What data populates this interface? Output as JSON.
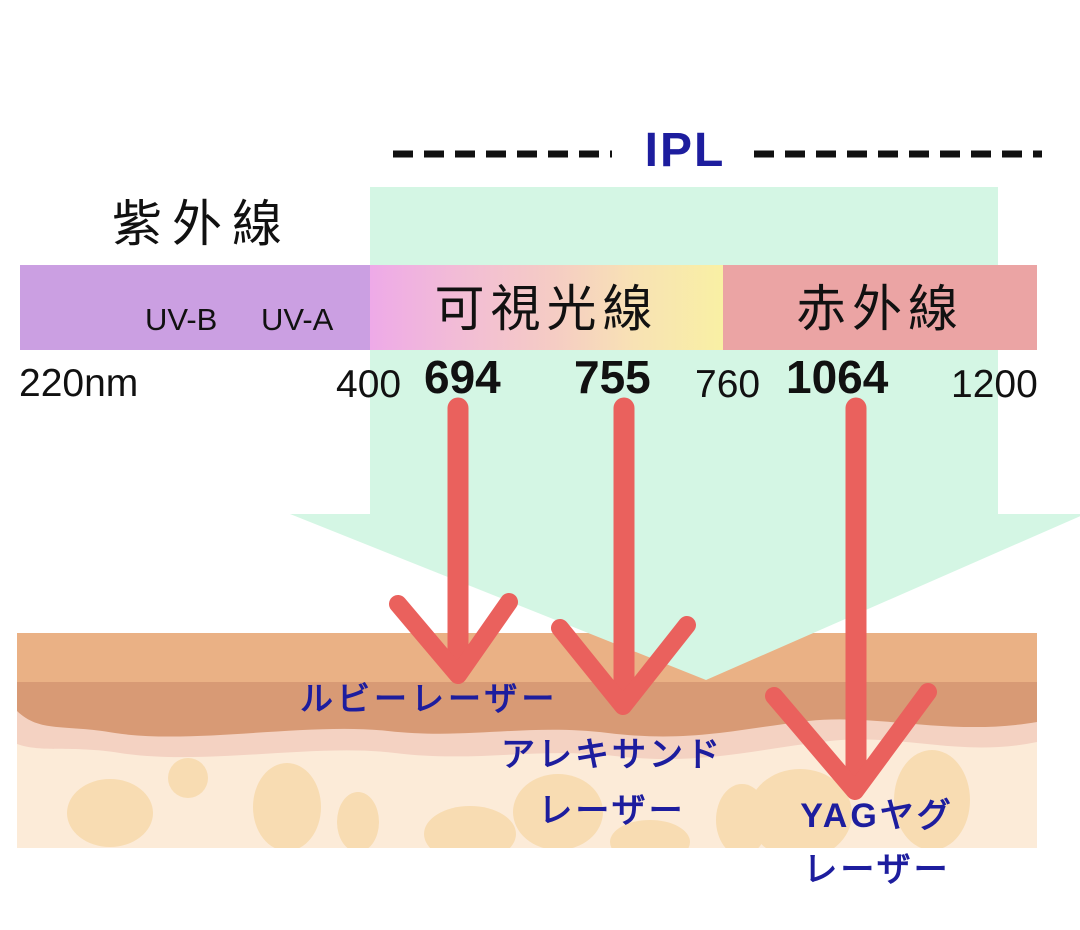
{
  "title": {
    "ipl": "IPL"
  },
  "spectrum": {
    "uv_label": "紫外線",
    "uv_b": "UV-B",
    "uv_a": "UV-A",
    "visible_label": "可視光線",
    "infrared_label": "赤外線"
  },
  "wavelengths": {
    "start": "220nm",
    "visible_start": "400",
    "ruby": "694",
    "alexandrite": "755",
    "infrared_start": "760",
    "yag": "1064",
    "end": "1200"
  },
  "lasers": {
    "ruby": "ルビーレーザー",
    "alexandrite_line1": "アレキサンド",
    "alexandrite_line2": "レーザー",
    "yag_line1": "YAGヤグ",
    "yag_line2": "レーザー"
  },
  "colors": {
    "ipl_text": "#1d1d9e",
    "laser_label_text": "#1d1d9e",
    "dashed_line": "#111111",
    "uv_band": "#cb9fe2",
    "visible_band_start": "#eeaae8",
    "visible_band_mid": "#f5ccc4",
    "visible_band_end": "#f9f0a4",
    "infrared_band": "#eba4a4",
    "ipl_light_arrow": "#d4f6e4",
    "laser_arrow": "#ea615d",
    "skin_surface": "#eab185",
    "skin_dermis": "#d89a75",
    "skin_pink_layer": "#f4d2c2",
    "skin_subcutis": "#fcebd8",
    "skin_fat_blob": "#f8dcb2"
  }
}
